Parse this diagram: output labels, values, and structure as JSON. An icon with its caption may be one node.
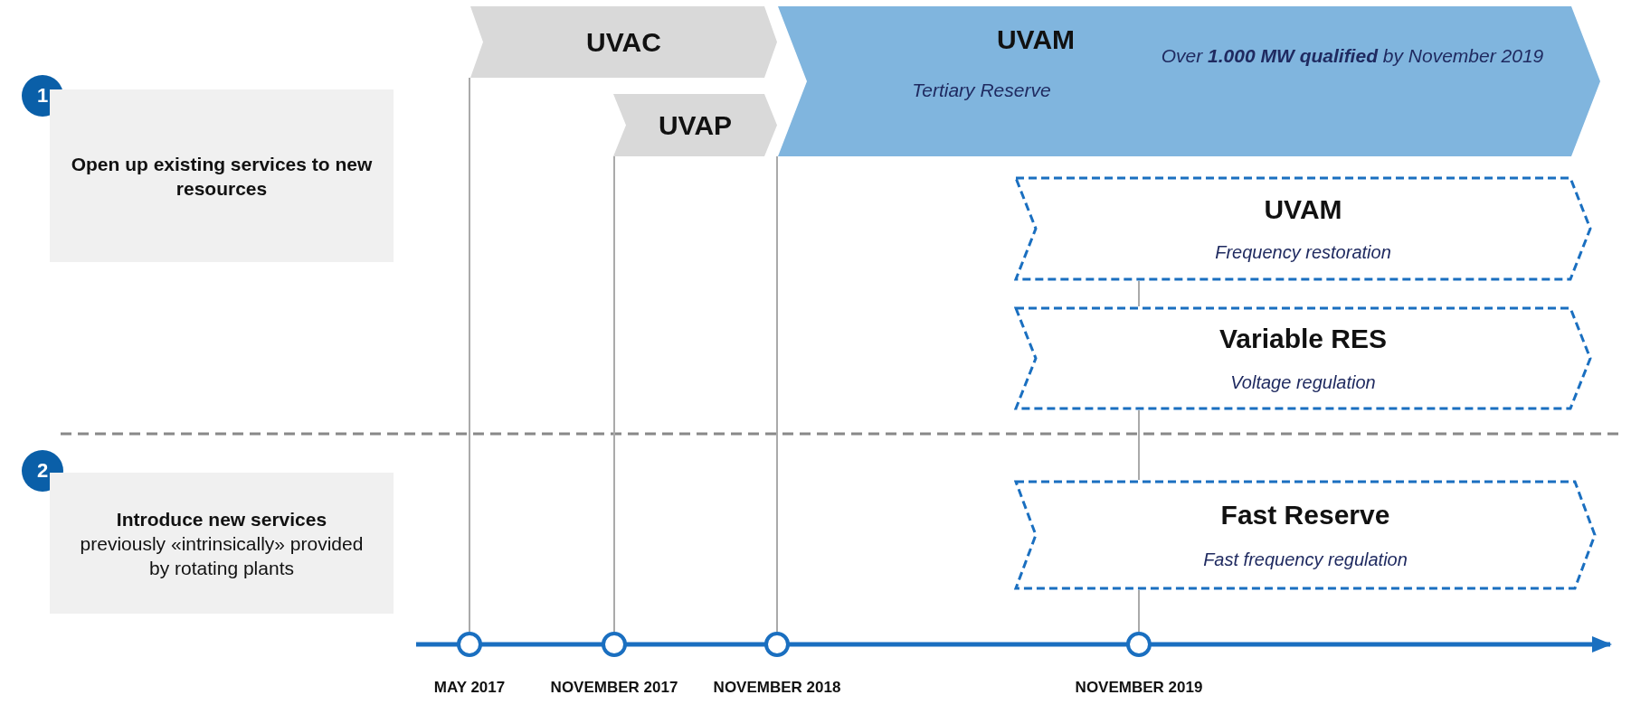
{
  "diagram": {
    "nodes": [
      {
        "text": [
          "1"
        ]
      },
      {
        "text": [
          "Open up existing services to new resources"
        ]
      },
      {
        "text": [
          "2"
        ]
      },
      {
        "text": [
          "Introduce new services",
          "previously «intrinsically» provided by rotating plants"
        ]
      },
      {
        "text": [
          "UVAC"
        ]
      },
      {
        "text": [
          "UVAP"
        ]
      },
      {
        "text": [
          "UVAM",
          "Tertiary Reserve",
          "Over **1.000 MW qualified** by November 2019"
        ]
      },
      {
        "text": [
          "UVAM",
          "Frequency restoration"
        ]
      },
      {
        "text": [
          "Variable RES",
          "Voltage regulation"
        ]
      },
      {
        "text": [
          "Fast Reserve",
          "Fast frequency regulation"
        ]
      },
      {
        "text": [],
        "shape": "circle",
        "beside": [
          "MAY 2017"
        ]
      },
      {
        "text": [],
        "shape": "circle",
        "beside": [
          "NOVEMBER 2017"
        ]
      },
      {
        "text": [],
        "shape": "circle",
        "beside": [
          "NOVEMBER 2018"
        ]
      },
      {
        "text": [],
        "shape": "circle",
        "beside": [
          "NOVEMBER 2019"
        ]
      }
    ],
    "edges": [
      {
        "from": 10,
        "to": 4,
        "arrow": "none"
      },
      {
        "from": 11,
        "to": 5,
        "arrow": "none"
      },
      {
        "from": 12,
        "to": 6,
        "arrow": "none"
      },
      {
        "from": 13,
        "to": 9,
        "arrow": "none"
      },
      {
        "from": 9,
        "to": 8,
        "arrow": "none"
      },
      {
        "from": 8,
        "to": 7,
        "arrow": "none"
      }
    ]
  }
}
